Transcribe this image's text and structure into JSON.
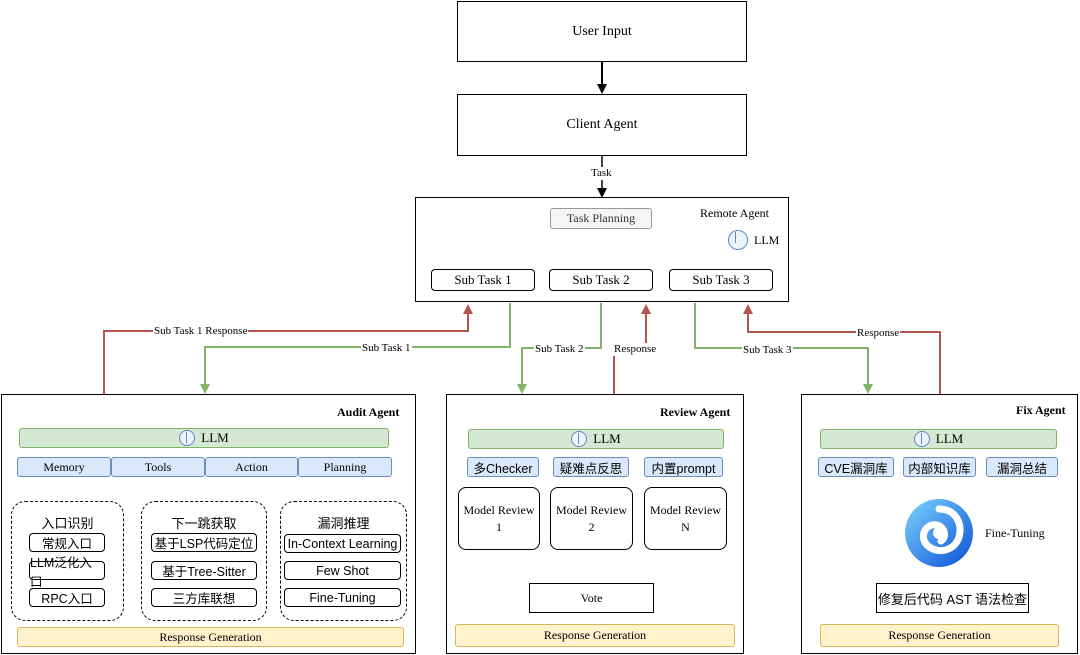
{
  "top": {
    "user_input": "User Input",
    "client_agent": "Client Agent",
    "task_label": "Task"
  },
  "remote": {
    "title": "Remote Agent",
    "planning": "Task Planning",
    "llm": "LLM",
    "subtasks": [
      "Sub Task 1",
      "Sub Task 2",
      "Sub Task 3"
    ]
  },
  "edges": {
    "st1_response": "Sub Task 1 Response",
    "st1": "Sub Task 1",
    "st2": "Sub Task 2",
    "resp_mid": "Response",
    "st3": "Sub Task 3",
    "resp_right": "Response"
  },
  "audit": {
    "title": "Audit Agent",
    "llm": "LLM",
    "tabs": [
      "Memory",
      "Tools",
      "Action",
      "Planning"
    ],
    "groups": [
      {
        "heading": "入口识别",
        "items": [
          "常规入口",
          "LLM泛化入口",
          "RPC入口"
        ]
      },
      {
        "heading": "下一跳获取",
        "items": [
          "基于LSP代码定位",
          "基于Tree-Sitter",
          "三方库联想"
        ]
      },
      {
        "heading": "漏洞推理",
        "items": [
          "In-Context Learning",
          "Few Shot",
          "Fine-Tuning"
        ]
      }
    ],
    "response": "Response Generation"
  },
  "review": {
    "title": "Review Agent",
    "llm": "LLM",
    "tags": [
      "多Checker",
      "疑难点反思",
      "内置prompt"
    ],
    "models": [
      {
        "line1": "Model Review",
        "line2": "1"
      },
      {
        "line1": "Model Review",
        "line2": "2"
      },
      {
        "line1": "Model Review",
        "line2": "N"
      }
    ],
    "vote": "Vote",
    "response": "Response Generation"
  },
  "fix": {
    "title": "Fix Agent",
    "llm": "LLM",
    "tags": [
      "CVE漏洞库",
      "内部知识库",
      "漏洞总结"
    ],
    "finetune": "Fine-Tuning",
    "ast": "修复后代码 AST 语法检查",
    "response": "Response Generation"
  },
  "colors": {
    "green_arrow": "#82b366",
    "red_arrow": "#b85450",
    "llm_fill": "#d5e8d4",
    "tab_fill": "#dae8fc",
    "response_fill": "#fff2cc"
  }
}
